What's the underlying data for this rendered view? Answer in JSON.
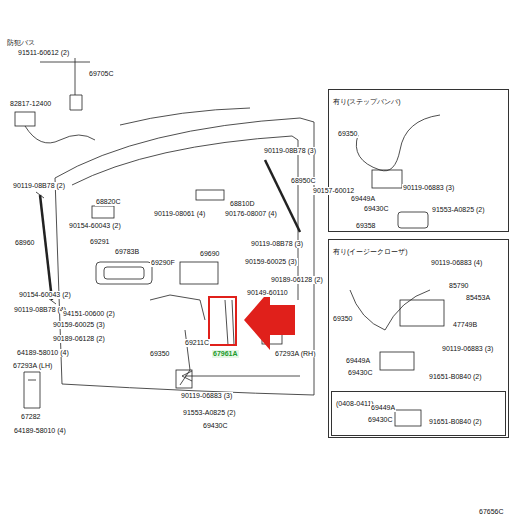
{
  "diagram": {
    "nodes": [
      {
        "text": [
          "有り(ステップバンパ)"
        ]
      },
      {
        "text": [
          "有り(イージークローザ)"
        ]
      },
      {
        "text": [
          "(0408-0411)"
        ],
        "in": 1
      }
    ],
    "labels": [
      "防犯バス",
      "91511-60612 (2)",
      "69705C",
      "82817-12400",
      "90119-08B78 (3)",
      "68950C",
      "90119-08B78 (2)",
      "68820C",
      "68810D",
      "90119-08061 (4)",
      "90176-08007 (4)",
      "90154-60043 (2)",
      "68960",
      "69291",
      "69783B",
      "69690",
      "90119-08B78 (3)",
      "69290F",
      "90159-60025 (3)",
      "90189-06128 (2)",
      "90154-60043 (2)",
      "90149-60110",
      "90119-08B78 (4)",
      "94151-00600 (2)",
      "90159-60025 (3)",
      "90189-06128 (2)",
      "69211C",
      "67961A",
      "67293A (RH)",
      "64189-58010 (4)",
      "69350",
      "67293A (LH)",
      "90119-06883 (3)",
      "91553-A0825 (2)",
      "67282",
      "69430C",
      "64189-58010 (4)",
      "69350",
      "90157-60012",
      "90119-06883 (3)",
      "69449A",
      "69430C",
      "91553-A0825 (2)",
      "69358",
      "90119-06883 (4)",
      "85790",
      "85453A",
      "69350",
      "47749B",
      "90119-06883 (3)",
      "69449A",
      "69430C",
      "91651-B0840 (2)",
      "69449A",
      "69430C",
      "91651-B0840 (2)",
      "67656C"
    ]
  }
}
